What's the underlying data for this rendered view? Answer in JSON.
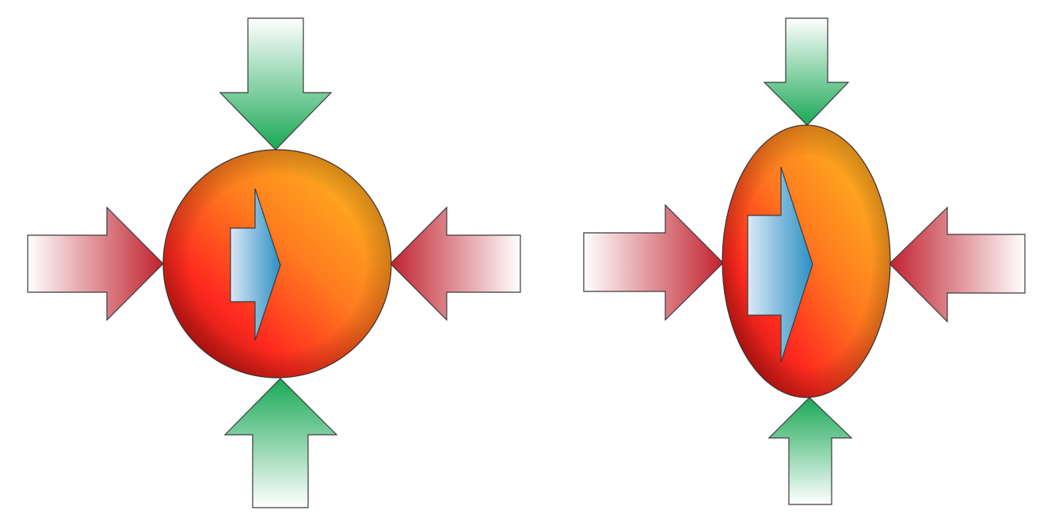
{
  "colors": {
    "background": "#ffffff",
    "compression_horizontal": "#c0222e",
    "compression_vertical": "#1aa856",
    "body_light": "#ffc21f",
    "body_mid": "#ff7a1f",
    "body_dark": "#ff2a1f",
    "body_shadow": "#b01010",
    "motion_light": "#dbe8f6",
    "motion_dark": "#2a90c4"
  },
  "panels": [
    {
      "body_shape": "circle",
      "arrows": [
        "top-down",
        "bottom-up",
        "left-right",
        "right-left"
      ],
      "motion_arrow": "right"
    },
    {
      "body_shape": "ellipse",
      "arrows": [
        "top-down",
        "bottom-up",
        "left-right",
        "right-left"
      ],
      "motion_arrow": "right"
    }
  ]
}
